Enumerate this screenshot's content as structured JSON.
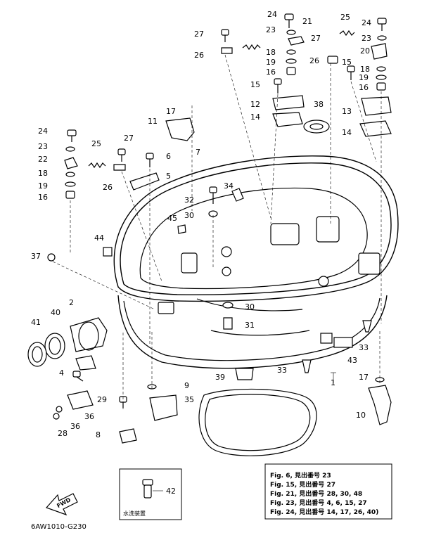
{
  "diagram_code": "6AW1010-G230",
  "fwd_label": "FWD",
  "inset": {
    "part_number": "42",
    "label": "水洗装置"
  },
  "reference_box": {
    "lines": [
      "Fig. 6, 見出番号 23",
      "Fig. 15, 見出番号 27",
      "Fig. 21, 見出番号 28, 30, 48",
      "Fig. 23, 見出番号 4, 6, 15, 27",
      "Fig. 24, 見出番号 14, 17, 26, 40)"
    ]
  },
  "group_bracket_label": "1",
  "callouts": [
    "24",
    "25",
    "24",
    "23",
    "21",
    "27",
    "23",
    "27",
    "26",
    "18",
    "20",
    "26",
    "19",
    "15",
    "18",
    "16",
    "19",
    "15",
    "16",
    "12",
    "38",
    "13",
    "14",
    "17",
    "14",
    "11",
    "24",
    "27",
    "23",
    "6",
    "25",
    "7",
    "22",
    "5",
    "18",
    "19",
    "34",
    "26",
    "32",
    "16",
    "30",
    "45",
    "44",
    "37",
    "2",
    "40",
    "30",
    "41",
    "31",
    "33",
    "43",
    "4",
    "33",
    "17",
    "39",
    "29",
    "9",
    "35",
    "10",
    "36",
    "36",
    "28",
    "8"
  ]
}
